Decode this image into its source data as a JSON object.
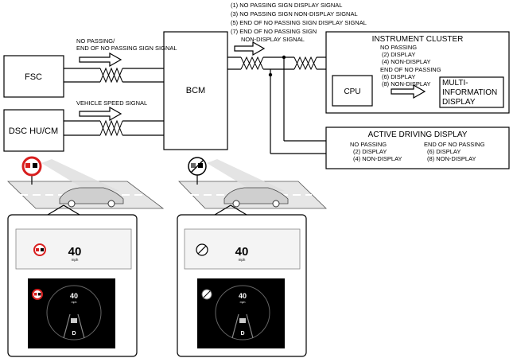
{
  "boxes": {
    "fsc": "FSC",
    "dsc": "DSC HU/CM",
    "bcm": "BCM",
    "cluster_title": "INSTRUMENT CLUSTER",
    "cpu": "CPU",
    "mid_line1": "MULTI-",
    "mid_line2": "INFORMATION",
    "mid_line3": "DISPLAY",
    "add_title": "ACTIVE DRIVING DISPLAY"
  },
  "signals": {
    "fsc_line1": "NO PASSING/",
    "fsc_line2": "END OF NO PASSING SIGN SIGNAL",
    "vehicle_speed": "VEHICLE SPEED SIGNAL",
    "s1": "(1) NO PASSING SIGN DISPLAY SIGNAL",
    "s3": "(3) NO PASSING SIGN NON-DISPLAY SIGNAL",
    "s5": "(5) END OF NO PASSING SIGN DISPLAY SIGNAL",
    "s7a": "(7) END OF NO PASSING SIGN",
    "s7b": "NON-DISPLAY SIGNAL"
  },
  "cluster_legend": {
    "np": "NO PASSING",
    "np2": "(2) DISPLAY",
    "np4": "(4) NON-DISPLAY",
    "enp": "END OF NO PASSING",
    "enp6": "(6) DISPLAY",
    "enp8": "(8) NON-DISPLAY"
  },
  "add_legend": {
    "np": "NO PASSING",
    "np2": "(2) DISPLAY",
    "np4": "(4) NON-DISPLAY",
    "enp": "END OF NO PASSING",
    "enp6": "(6) DISPLAY",
    "enp8": "(8) NON-DISPLAY"
  },
  "displays": {
    "speed": "40",
    "unit": "mph",
    "gear": "D"
  },
  "colors": {
    "sign_red": "#d81e1e",
    "screen_bg": "#000000"
  }
}
